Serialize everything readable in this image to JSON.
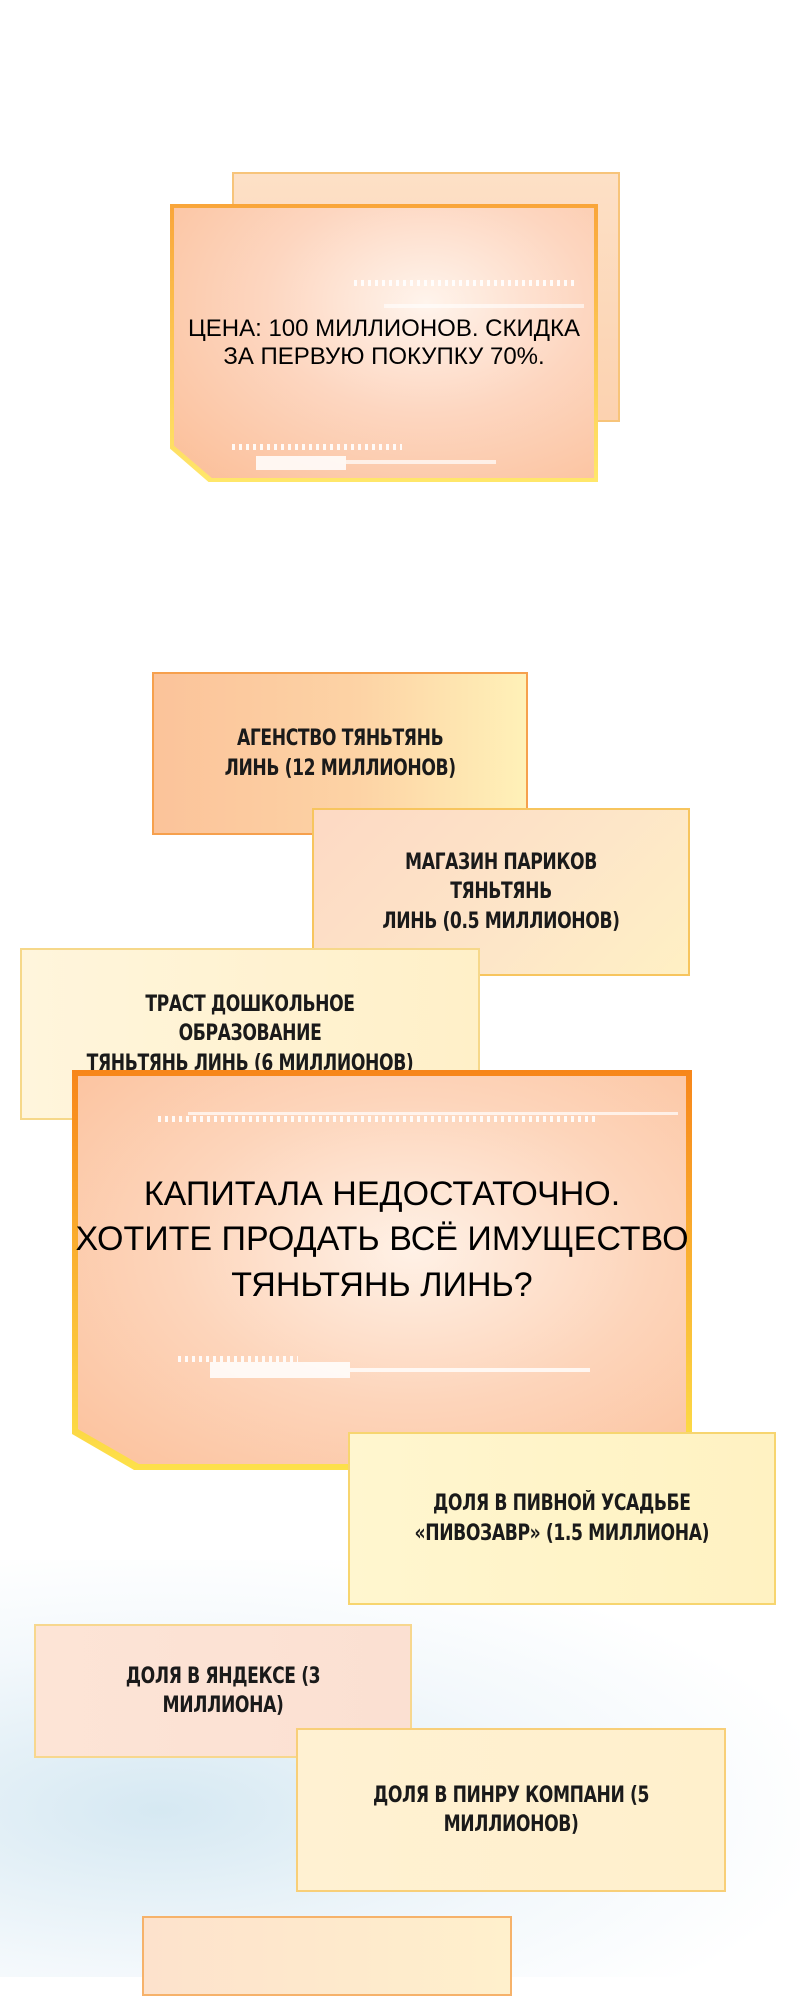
{
  "dialogs": {
    "price_notice": "ЦЕНА: 100 МИЛЛИОНОВ. СКИДКА\nЗА ПЕРВУЮ ПОКУПКУ 70%.",
    "capital_prompt": "КАПИТАЛА НЕДОСТАТОЧНО.\nХОТИТЕ ПРОДАТЬ ВСЁ ИМУЩЕСТВО\nТЯНЬТЯНЬ ЛИНЬ?"
  },
  "assets": [
    {
      "label": "АГЕНСТВО ТЯНЬТЯНЬ\nЛИНЬ (12 МИЛЛИОНОВ)"
    },
    {
      "label": "МАГАЗИН ПАРИКОВ ТЯНЬТЯНЬ\nЛИНЬ (0.5 МИЛЛИОНОВ)"
    },
    {
      "label": "ТРАСТ ДОШКОЛЬНОЕ ОБРАЗОВАНИЕ\nТЯНЬТЯНЬ ЛИНЬ (6 МИЛЛИОНОВ)"
    },
    {
      "label": "ДОЛЯ В ПИВНОЙ УСАДЬБЕ\n«ПИВОЗАВР» (1.5 МИЛЛИОНА)"
    },
    {
      "label": "ДОЛЯ В ЯНДЕКСЕ (3 МИЛЛИОНА)"
    },
    {
      "label": "ДОЛЯ В ПИНРУ КОМПАНИ (5 МИЛЛИОНОВ)"
    },
    {
      "label": ""
    }
  ],
  "colors": {
    "frame_orange": "#f7861a",
    "frame_yellow": "#fde14a",
    "panel_peach": "#fdd5bb",
    "text": "#1a1a1a"
  }
}
